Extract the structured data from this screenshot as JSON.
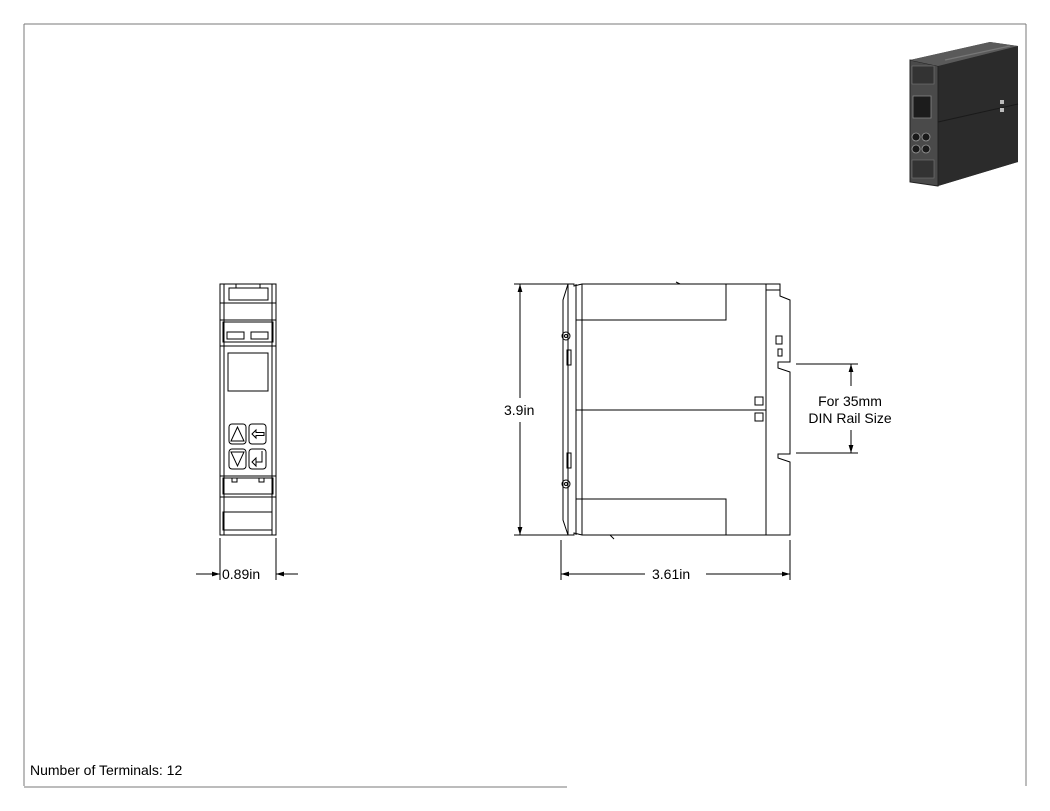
{
  "drawing": {
    "front_width_label": "0.89in",
    "height_label": "3.9in",
    "depth_label": "3.61in",
    "din_rail_line1": "For 35mm",
    "din_rail_line2": "DIN Rail Size",
    "terminals_note": "Number of Terminals: 12"
  },
  "icons": {
    "up": "up-arrow-icon",
    "down": "down-arrow-icon",
    "back": "back-arrow-icon",
    "enter": "enter-arrow-icon"
  }
}
